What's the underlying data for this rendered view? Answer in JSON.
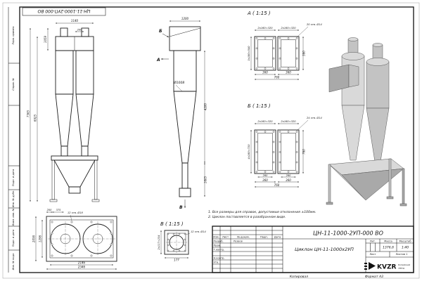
{
  "sheet": {
    "stamp_top": "ЦН-11-1000-2УП-000 ВО",
    "margin_labels": [
      "Перв. примен.",
      "Справ. №",
      "Подп. и дата",
      "Инв. № дубл.",
      "Взам. инв. №",
      "Подп. и дата",
      "Инв. № подл."
    ],
    "footer": {
      "kopiroval": "Копировал",
      "format": "Формат А3"
    }
  },
  "front_view": {
    "dim_inlet_width": "1140",
    "dim_inlet_height": "1059",
    "dim_gap": "200",
    "dim_body_height": "6925",
    "dim_total_height": "7365"
  },
  "side_view": {
    "label_a": "А",
    "label_b": "Б",
    "label_v": "В",
    "dim_top_width": "1200",
    "dim_diameter": "Ø1008",
    "dim_cone_height": "4280",
    "dim_outlet_height": "1605"
  },
  "detail_a": {
    "title": "А ( 1:15 )",
    "dim_pitch_left_rect": "2х160=320",
    "dim_pitch_right_rect": "2х160=320",
    "dim_holes": "20 отв. Ø14",
    "dim_pitch_vertical": "3х180=540",
    "dim_height": "580",
    "dim_width_left": "360",
    "dim_width_right": "360",
    "dim_width_total": "760"
  },
  "detail_b": {
    "title": "Б ( 1:15 )",
    "dim_pitch_left_rect": "2х160=320",
    "dim_pitch_right_rect": "2х160=320",
    "dim_holes": "24 отв. Ø14",
    "dim_pitch_vertical": "4х180=720",
    "dim_height": "760",
    "dim_inner_left": "260",
    "dim_inner_right": "260",
    "dim_width_left": "360",
    "dim_width_right": "360",
    "dim_width_total": "760"
  },
  "detail_v": {
    "title": "В ( 1:15 )",
    "dim_pitch_vertical": "2х117=234",
    "dim_width": "177",
    "dim_holes": "12 отв. Ø14"
  },
  "bottom_view": {
    "dim_gap": "200",
    "dim_flange": "375",
    "dim_holes": "12 отв. Ø18",
    "dim_depth_inner": "1296",
    "dim_depth_outer": "2056",
    "dim_width_inner": "2146",
    "dim_width_outer": "2346"
  },
  "notes": [
    "1. Все размеры для справок, допустимые отклонения ±100мм.",
    "2. Циклон поставляется в разобранном виде."
  ],
  "title_block": {
    "doc_number": "ЦН-11-1000-2УП-000 ВО",
    "product_name": "Циклон ЦН-11-1000х2УП",
    "header_izm": "Изм.",
    "header_list": "Лист",
    "header_doc": "№ докум.",
    "header_podp": "Подп.",
    "header_data": "Дата",
    "row_razrab": "Разраб.",
    "row_razrab_name": "Резвов",
    "row_prov": "Пров.",
    "row_tkontr": "Т.контр.",
    "row_nkontr": "Н.контр.",
    "row_utv": "Утв.",
    "lit_label": "Лит.",
    "mass_label": "Масса",
    "scale_label": "Масштаб",
    "mass_value": "1376,6",
    "scale_value": "1:40",
    "sheet_label": "Лист",
    "sheets_label": "Листов 1",
    "logo_text": "KVZR",
    "company_line1": "Копейский",
    "company_line2": "завод"
  }
}
